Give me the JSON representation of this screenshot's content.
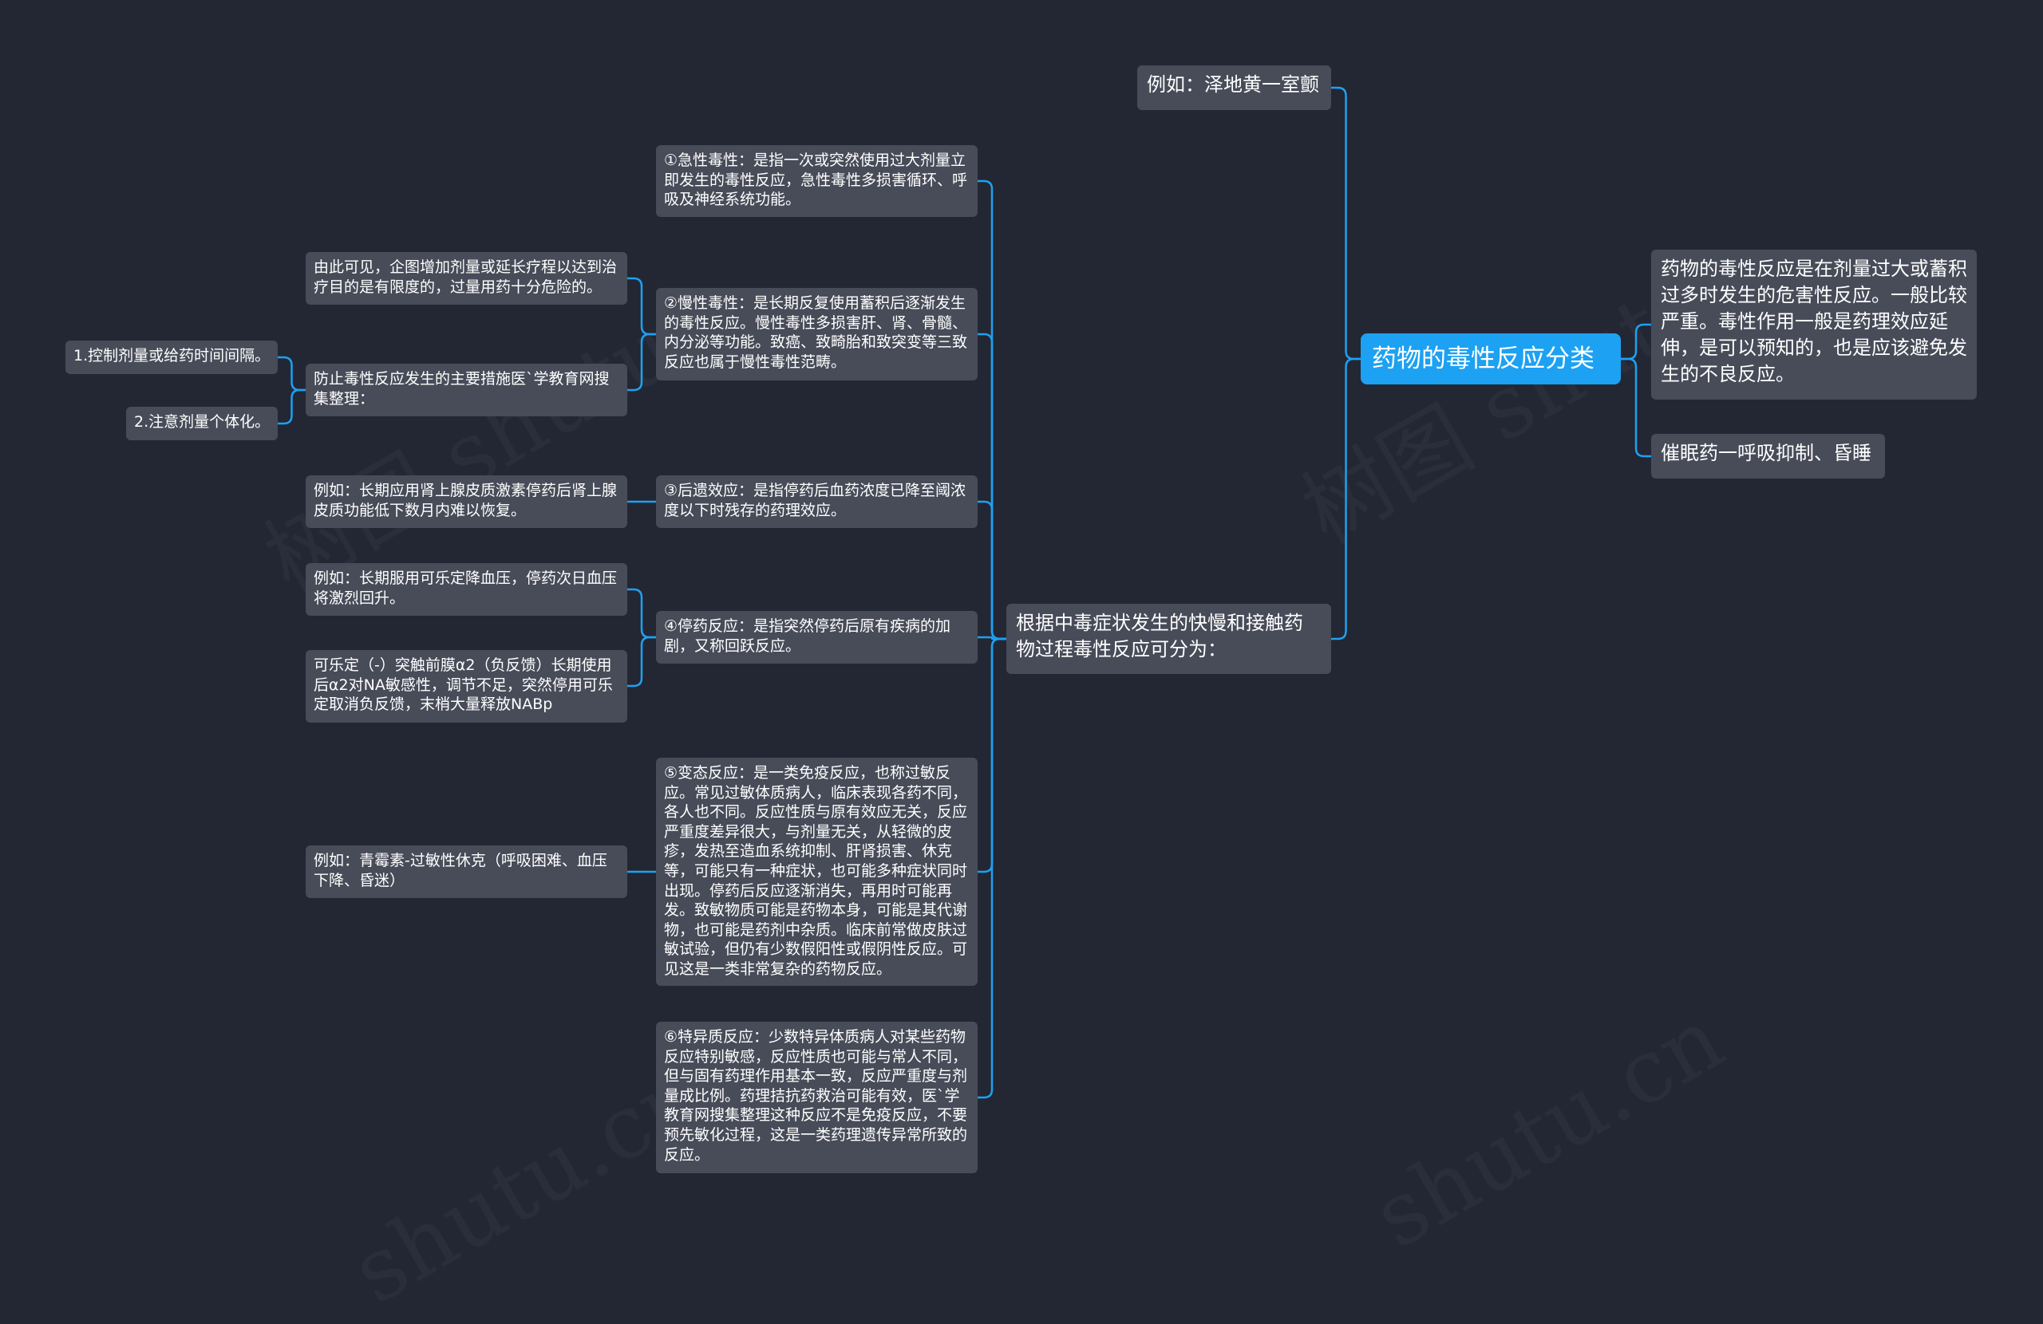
{
  "mindmap": {
    "root": "药物的毒性反应分类",
    "right_1": "药物的毒性反应是在剂量过大或蓄积过多时发生的危害性反应。一般比较严重。毒性作用一般是药理效应延伸，是可以预知的，也是应该避免发生的不良反应。",
    "right_2": "催眠药一呼吸抑制、昏睡",
    "left_top": "例如：泽地黄一室颤",
    "left_main": "根据中毒症状发生的快慢和接触药物过程毒性反应可分为：",
    "cat_1": "①急性毒性：是指一次或突然使用过大剂量立即发生的毒性反应，急性毒性多损害循环、呼吸及神经系统功能。",
    "cat_2": "②慢性毒性：是长期反复使用蓄积后逐渐发生的毒性反应。慢性毒性多损害肝、肾、骨髓、内分泌等功能。致癌、致畸胎和致突变等三致反应也属于慢性毒性范畴。",
    "cat_3": "③后遗效应：是指停药后血药浓度已降至阈浓度以下时残存的药理效应。",
    "cat_4": "④停药反应：是指突然停药后原有疾病的加剧，又称回跃反应。",
    "cat_5": "⑤变态反应：是一类免疫反应，也称过敏反应。常见过敏体质病人，临床表现各药不同，各人也不同。反应性质与原有效应无关，反应严重度差异很大，与剂量无关，从轻微的皮疹，发热至造血系统抑制、肝肾损害、休克等，可能只有一种症状，也可能多种症状同时出现。停药后反应逐渐消失，再用时可能再发。致敏物质可能是药物本身，可能是其代谢物，也可能是药剂中杂质。临床前常做皮肤过敏试验，但仍有少数假阳性或假阴性反应。可见这是一类非常复杂的药物反应。",
    "cat_6": "⑥特异质反应：少数特异体质病人对某些药物反应特别敏感，反应性质也可能与常人不同，但与固有药理作用基本一致，反应严重度与剂量成比例。药理拮抗药救治可能有效，医`学教育网搜集整理这种反应不是免疫反应，不要预先敏化过程，这是一类药理遗传异常所致的反应。",
    "c2_a": "由此可见，企图增加剂量或延长疗程以达到治疗目的是有限度的，过量用药十分危险的。",
    "c2_b": "防止毒性反应发生的主要措施医`学教育网搜集整理：",
    "c2_b_1": "1.控制剂量或给药时间间隔。",
    "c2_b_2": "2.注意剂量个体化。",
    "c3_a": "例如：长期应用肾上腺皮质激素停药后肾上腺皮质功能低下数月内难以恢复。",
    "c4_a": "例如：长期服用可乐定降血压，停药次日血压将激烈回升。",
    "c4_b": "可乐定（-）突触前膜α2（负反馈）长期使用后α2对NA敏感性，调节不足，突然停用可乐定取消负反馈，末梢大量释放NABp",
    "c5_a": "例如：青霉素-过敏性休克（呼吸困难、血压下降、昏迷）"
  },
  "colors": {
    "background": "#222733",
    "node": "#484c59",
    "root": "#1da1f2",
    "link": "#1da1f2",
    "text": "#ffffff"
  }
}
